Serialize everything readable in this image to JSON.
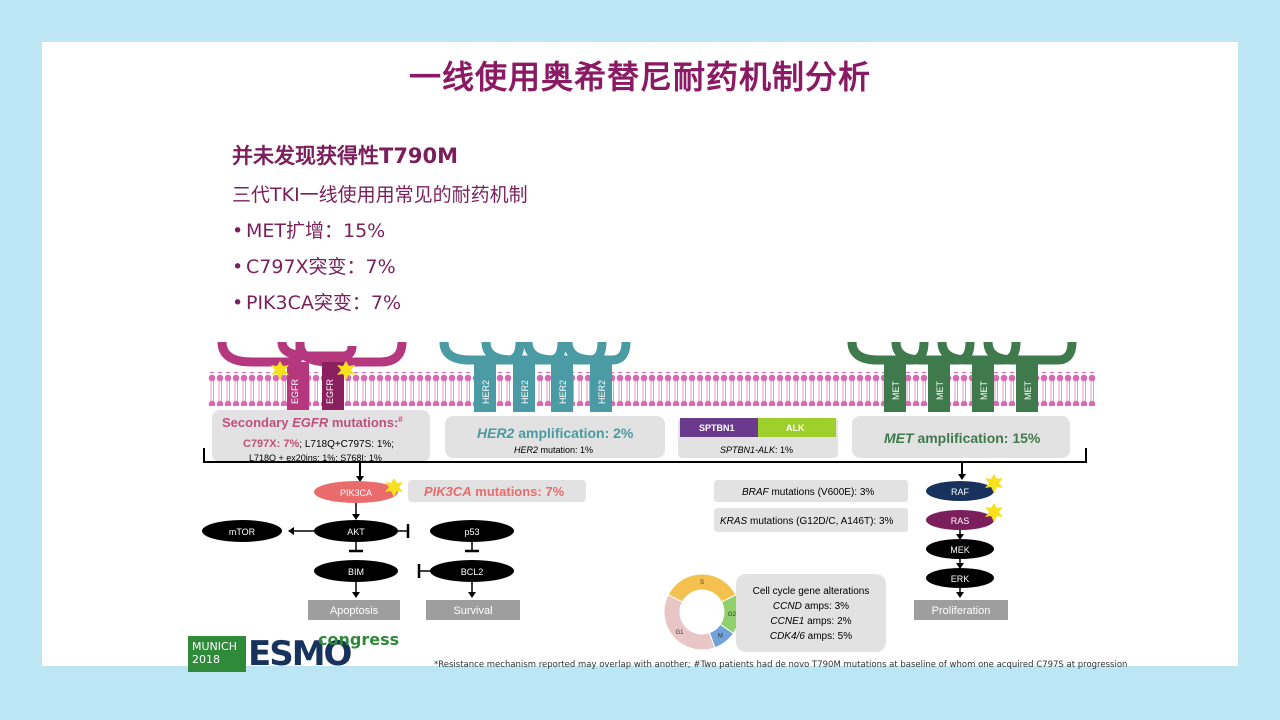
{
  "title": "一线使用奥希替尼耐药机制分析",
  "subtitle": "并未发现获得性T790M",
  "line1": "三代TKI一线使用用常见的耐药机制",
  "bullets": [
    "MET扩增：15%",
    "C797X突变：7%",
    "PIK3CA突变：7%"
  ],
  "colors": {
    "title": "#8b1a64",
    "egfr": "#b5377e",
    "her2": "#4a9ba3",
    "met": "#3f7a4c",
    "membrane": "#d86ab3"
  },
  "receptors": {
    "egfr": "EGFR",
    "her2": "HER2",
    "met": "MET"
  },
  "boxes": {
    "egfr_title_a": "Secondary ",
    "egfr_title_b": "EGFR",
    "egfr_title_c": " mutations:",
    "egfr_title_sup": "#",
    "egfr_line1_a": "C797X: 7%",
    "egfr_line1_b": "; L718Q+C797S: 1%;",
    "egfr_line2": "L718Q + ex20ins: 1%; S768I: 1%",
    "her2_title_a": "HER2",
    "her2_title_b": " amplification: 2%",
    "her2_sub_a": "HER2",
    "her2_sub_b": " mutation: 1%",
    "sptbn1": "SPTBN1",
    "alk": "ALK",
    "fusion_a": "SPTBN1-ALK",
    "fusion_b": ": 1%",
    "met_title_a": "MET",
    "met_title_b": " amplification: 15%",
    "pik3ca_a": "PIK3CA",
    "pik3ca_b": " mutations: 7%",
    "braf_a": "BRAF",
    "braf_b": " mutations (V600E): 3%",
    "kras_a": "KRAS",
    "kras_b": " mutations (G12D/C, A146T): 3%",
    "cc_title": "Cell cycle gene alterations",
    "cc1_a": "CCND",
    "cc1_b": " amps: 3%",
    "cc2_a": "CCNE1",
    "cc2_b": " amps: 2%",
    "cc3_a": "CDK4/6",
    "cc3_b": " amps: 5%"
  },
  "nodes": {
    "pik3ca": "PIK3CA",
    "akt": "AKT",
    "mtor": "mTOR",
    "bim": "BIM",
    "p53": "p53",
    "bcl2": "BCL2",
    "raf": "RAF",
    "ras": "RAS",
    "mek": "MEK",
    "erk": "ERK"
  },
  "outcomes": {
    "apoptosis": "Apoptosis",
    "survival": "Survival",
    "proliferation": "Proliferation"
  },
  "donut": [
    {
      "label": "S",
      "value": 35,
      "color": "#f4c04e"
    },
    {
      "label": "G2",
      "value": 17,
      "color": "#8fd06a"
    },
    {
      "label": "M",
      "value": 10,
      "color": "#6fa3d8"
    },
    {
      "label": "G1",
      "value": 38,
      "color": "#e9c6c6"
    }
  ],
  "logo": {
    "city": "MUNICH",
    "year": "2018",
    "brand": "ESMO",
    "congress": "congress"
  },
  "footnote": "*Resistance mechanism reported may overlap with another; #Two patients had de novo T790M mutations at baseline of whom one acquired C797S at progression"
}
